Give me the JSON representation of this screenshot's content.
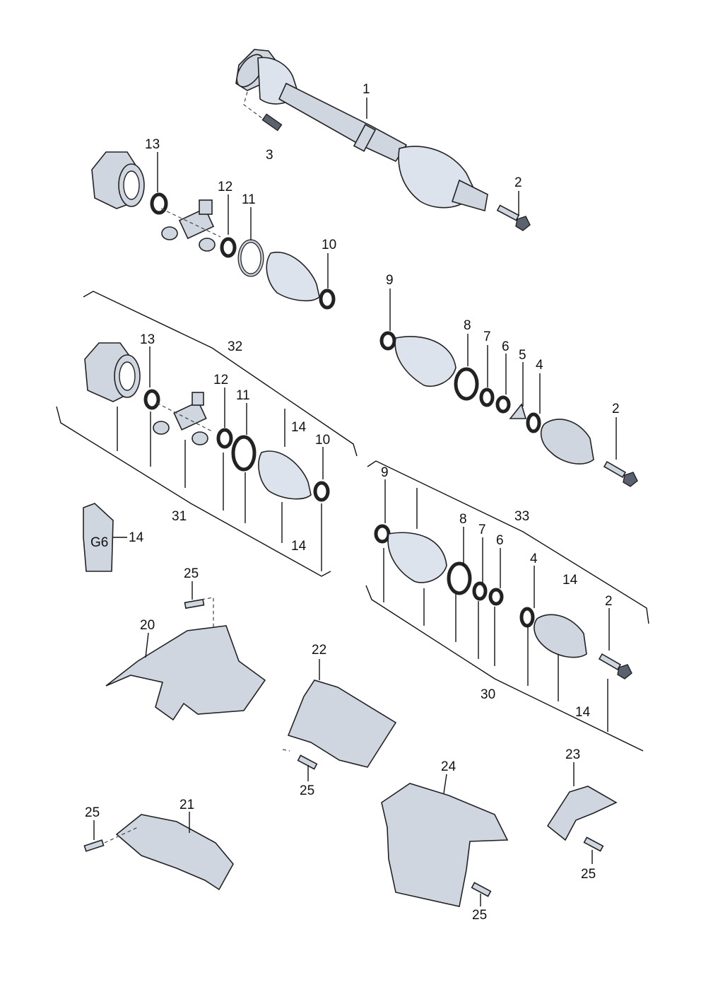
{
  "callouts": {
    "c1": "1",
    "c2a": "2",
    "c3": "3",
    "c13a": "13",
    "c12a": "12",
    "c11a": "11",
    "c10a": "10",
    "c9a": "9",
    "c8a": "8",
    "c7a": "7",
    "c6a": "6",
    "c5": "5",
    "c4a": "4",
    "c2b": "2",
    "c32": "32",
    "c13b": "13",
    "c12b": "12",
    "c11b": "11",
    "c14a": "14",
    "c10b": "10",
    "c31": "31",
    "c14b": "14",
    "c14c": "14",
    "c9b": "9",
    "c8b": "8",
    "c7b": "7",
    "c6b": "6",
    "c33": "33",
    "c4b": "4",
    "c14d": "14",
    "c2c": "2",
    "c30": "30",
    "c14e": "14",
    "c25a": "25",
    "c20": "20",
    "c22": "22",
    "c25b": "25",
    "c24": "24",
    "c23": "23",
    "c25c": "25",
    "c25d": "25",
    "c21": "21",
    "c25e": "25"
  },
  "grease_tube_label": "G6",
  "colors": {
    "line": "#111111",
    "metal": "#cfd6e0",
    "boot": "#dde3ec",
    "shadow": "#5a6270"
  }
}
